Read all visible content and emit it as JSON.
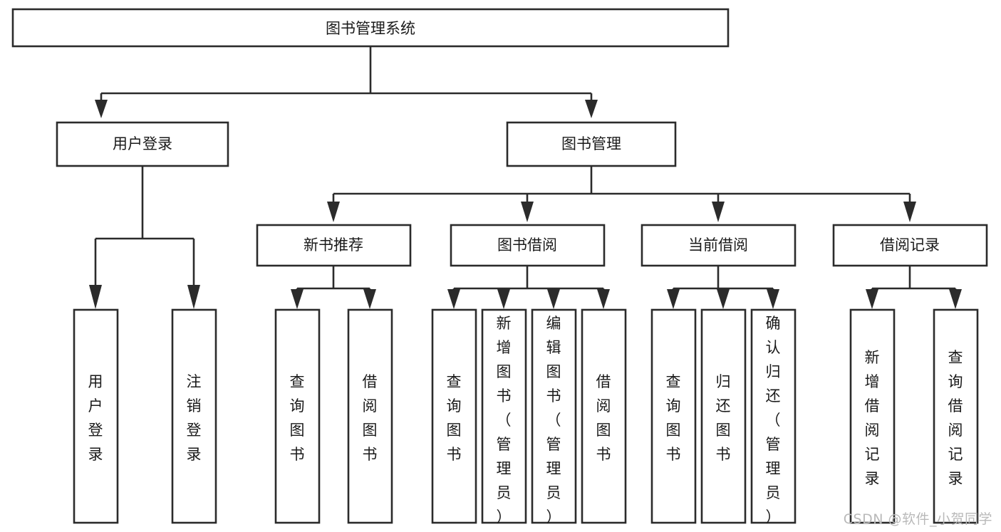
{
  "diagram": {
    "type": "tree",
    "title": "图书管理系统",
    "watermark": "CSDN @软件_小贺同学",
    "orientation": "top-down",
    "levels": 4,
    "nodes": {
      "root": {
        "label": "图书管理系统",
        "level": 1
      },
      "l2_user_login": {
        "label": "用户登录",
        "level": 2
      },
      "l2_book_mgmt": {
        "label": "图书管理",
        "level": 2
      },
      "l3_new_book_rec": {
        "label": "新书推荐",
        "level": 3
      },
      "l3_book_borrow": {
        "label": "图书借阅",
        "level": 3
      },
      "l3_current_borrow": {
        "label": "当前借阅",
        "level": 3
      },
      "l3_borrow_record": {
        "label": "借阅记录",
        "level": 3
      },
      "l4_user_login": {
        "label": "用户登录",
        "level": 4,
        "orientation": "vertical"
      },
      "l4_logout_login": {
        "label": "注销登录",
        "level": 4,
        "orientation": "vertical"
      },
      "l4_query_book_a": {
        "label": "查询图书",
        "level": 4,
        "orientation": "vertical"
      },
      "l4_borrow_book_a": {
        "label": "借阅图书",
        "level": 4,
        "orientation": "vertical"
      },
      "l4_query_book_b": {
        "label": "查询图书",
        "level": 4,
        "orientation": "vertical"
      },
      "l4_add_book": {
        "label": "新增图书（管理员）",
        "level": 4,
        "orientation": "vertical"
      },
      "l4_edit_book": {
        "label": "编辑图书（管理员）",
        "level": 4,
        "orientation": "vertical"
      },
      "l4_borrow_book_b": {
        "label": "借阅图书",
        "level": 4,
        "orientation": "vertical"
      },
      "l4_query_book_c": {
        "label": "查询图书",
        "level": 4,
        "orientation": "vertical"
      },
      "l4_return_book": {
        "label": "归还图书",
        "level": 4,
        "orientation": "vertical"
      },
      "l4_confirm_return": {
        "label": "确认归还（管理员）",
        "level": 4,
        "orientation": "vertical"
      },
      "l4_add_record": {
        "label": "新增借阅记录",
        "level": 4,
        "orientation": "vertical"
      },
      "l4_query_record": {
        "label": "查询借阅记录",
        "level": 4,
        "orientation": "vertical"
      }
    },
    "edges": [
      {
        "from": "root",
        "to": "l2_user_login"
      },
      {
        "from": "root",
        "to": "l2_book_mgmt"
      },
      {
        "from": "l2_user_login",
        "to": "l4_user_login"
      },
      {
        "from": "l2_user_login",
        "to": "l4_logout_login"
      },
      {
        "from": "l2_book_mgmt",
        "to": "l3_new_book_rec"
      },
      {
        "from": "l2_book_mgmt",
        "to": "l3_book_borrow"
      },
      {
        "from": "l2_book_mgmt",
        "to": "l3_current_borrow"
      },
      {
        "from": "l2_book_mgmt",
        "to": "l3_borrow_record"
      },
      {
        "from": "l3_new_book_rec",
        "to": "l4_query_book_a"
      },
      {
        "from": "l3_new_book_rec",
        "to": "l4_borrow_book_a"
      },
      {
        "from": "l3_book_borrow",
        "to": "l4_query_book_b"
      },
      {
        "from": "l3_book_borrow",
        "to": "l4_add_book"
      },
      {
        "from": "l3_book_borrow",
        "to": "l4_edit_book"
      },
      {
        "from": "l3_book_borrow",
        "to": "l4_borrow_book_b"
      },
      {
        "from": "l3_current_borrow",
        "to": "l4_query_book_c"
      },
      {
        "from": "l3_current_borrow",
        "to": "l4_return_book"
      },
      {
        "from": "l3_current_borrow",
        "to": "l4_confirm_return"
      },
      {
        "from": "l3_borrow_record",
        "to": "l4_add_record"
      },
      {
        "from": "l3_borrow_record",
        "to": "l4_query_record"
      }
    ],
    "colors": {
      "box_fill": "#ffffff",
      "box_stroke": "#2b2b2b",
      "text": "#1a1a1a",
      "background": "#ffffff",
      "watermark": "#b9b9b9"
    }
  }
}
